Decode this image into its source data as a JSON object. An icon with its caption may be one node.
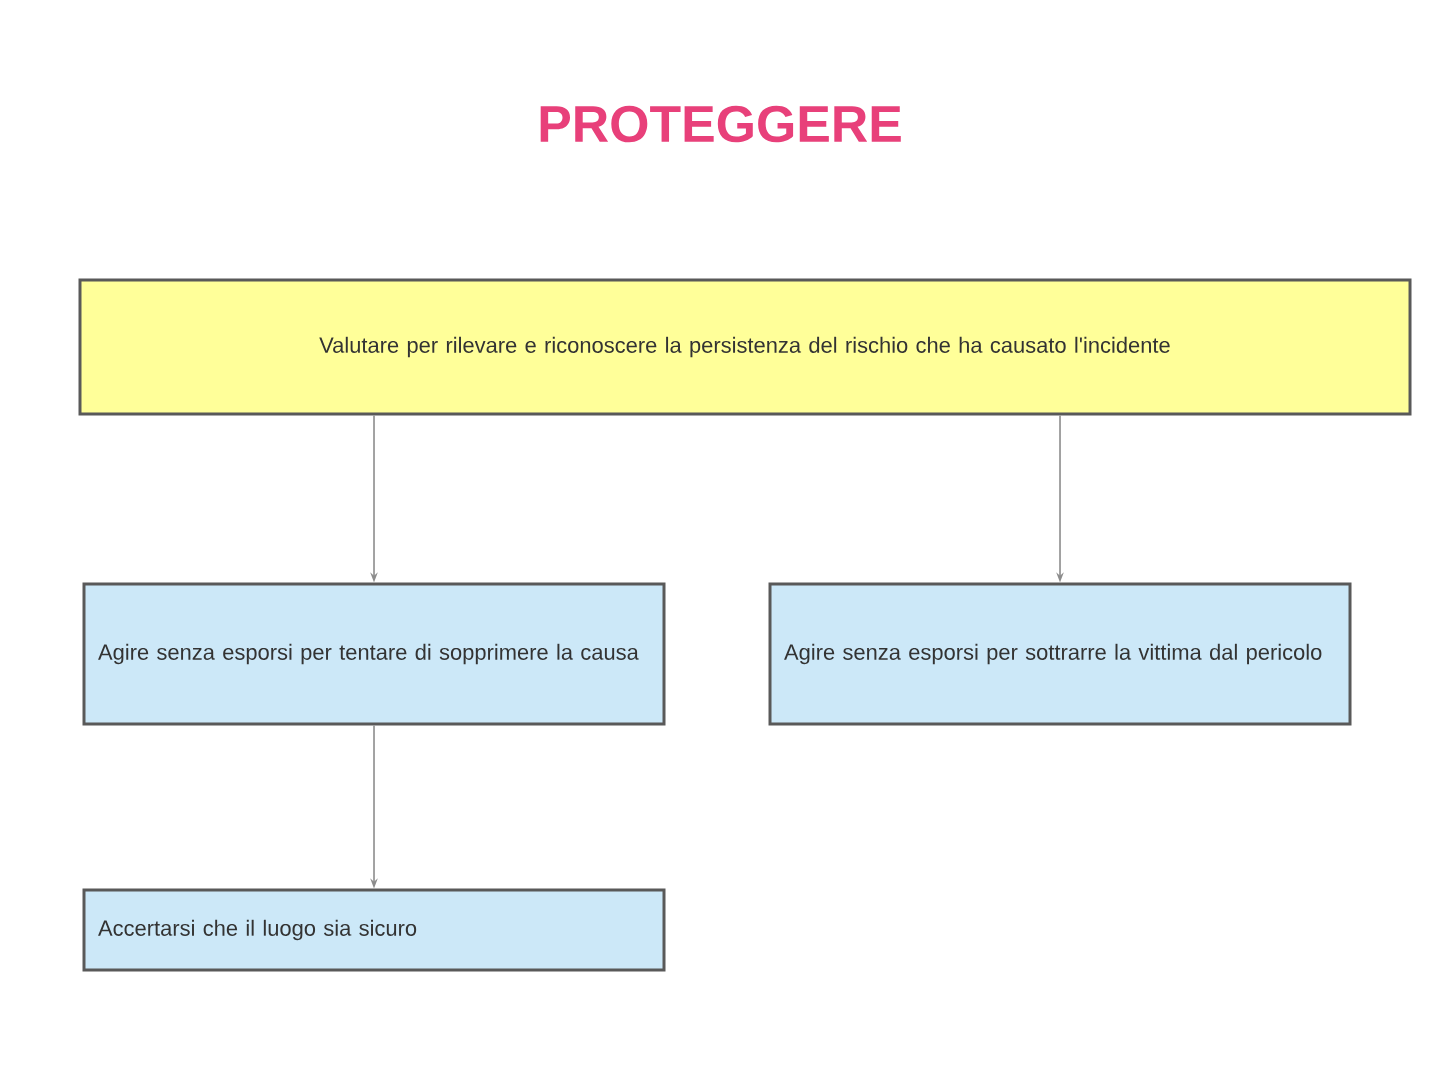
{
  "diagram": {
    "title": "PROTEGGERE",
    "nodes": [
      {
        "text": [
          "Valutare per rilevare e riconoscere la persistenza del rischio che ha causato l'incidente"
        ]
      },
      {
        "text": [
          "Agire senza esporsi per tentare di sopprimere la causa"
        ]
      },
      {
        "text": [
          "Agire senza esporsi per sottrarre la vittima dal pericolo"
        ]
      },
      {
        "text": [
          "Accertarsi che il luogo sia sicuro"
        ]
      }
    ],
    "edges": [
      {
        "from": 0,
        "to": 1,
        "arrow": "to"
      },
      {
        "from": 0,
        "to": 2,
        "arrow": "to"
      },
      {
        "from": 1,
        "to": 3,
        "arrow": "to"
      }
    ]
  }
}
